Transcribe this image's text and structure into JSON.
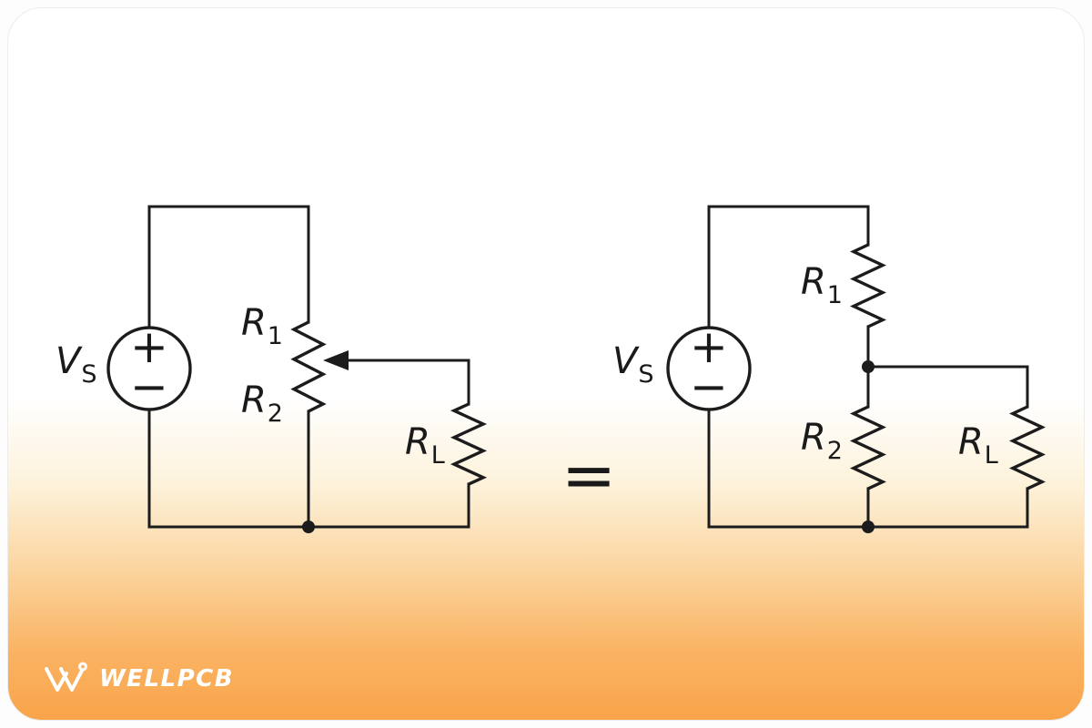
{
  "colors": {
    "brand_orange": "#f9a448",
    "wire": "#1c1c1c",
    "label_text": "#1a1a1a",
    "logo_text": "#ffffff"
  },
  "equals_sign": "=",
  "left_circuit": {
    "source_label": {
      "main": "V",
      "sub": "S"
    },
    "source_plus": "+",
    "source_minus": "−",
    "r1_label": {
      "main": "R",
      "sub": "1"
    },
    "r2_label": {
      "main": "R",
      "sub": "2"
    },
    "rl_label": {
      "main": "R",
      "sub": "L"
    }
  },
  "right_circuit": {
    "source_label": {
      "main": "V",
      "sub": "S"
    },
    "source_plus": "+",
    "source_minus": "−",
    "r1_label": {
      "main": "R",
      "sub": "1"
    },
    "r2_label": {
      "main": "R",
      "sub": "2"
    },
    "rl_label": {
      "main": "R",
      "sub": "L"
    }
  },
  "logo": {
    "brand": "WELLPCB"
  }
}
